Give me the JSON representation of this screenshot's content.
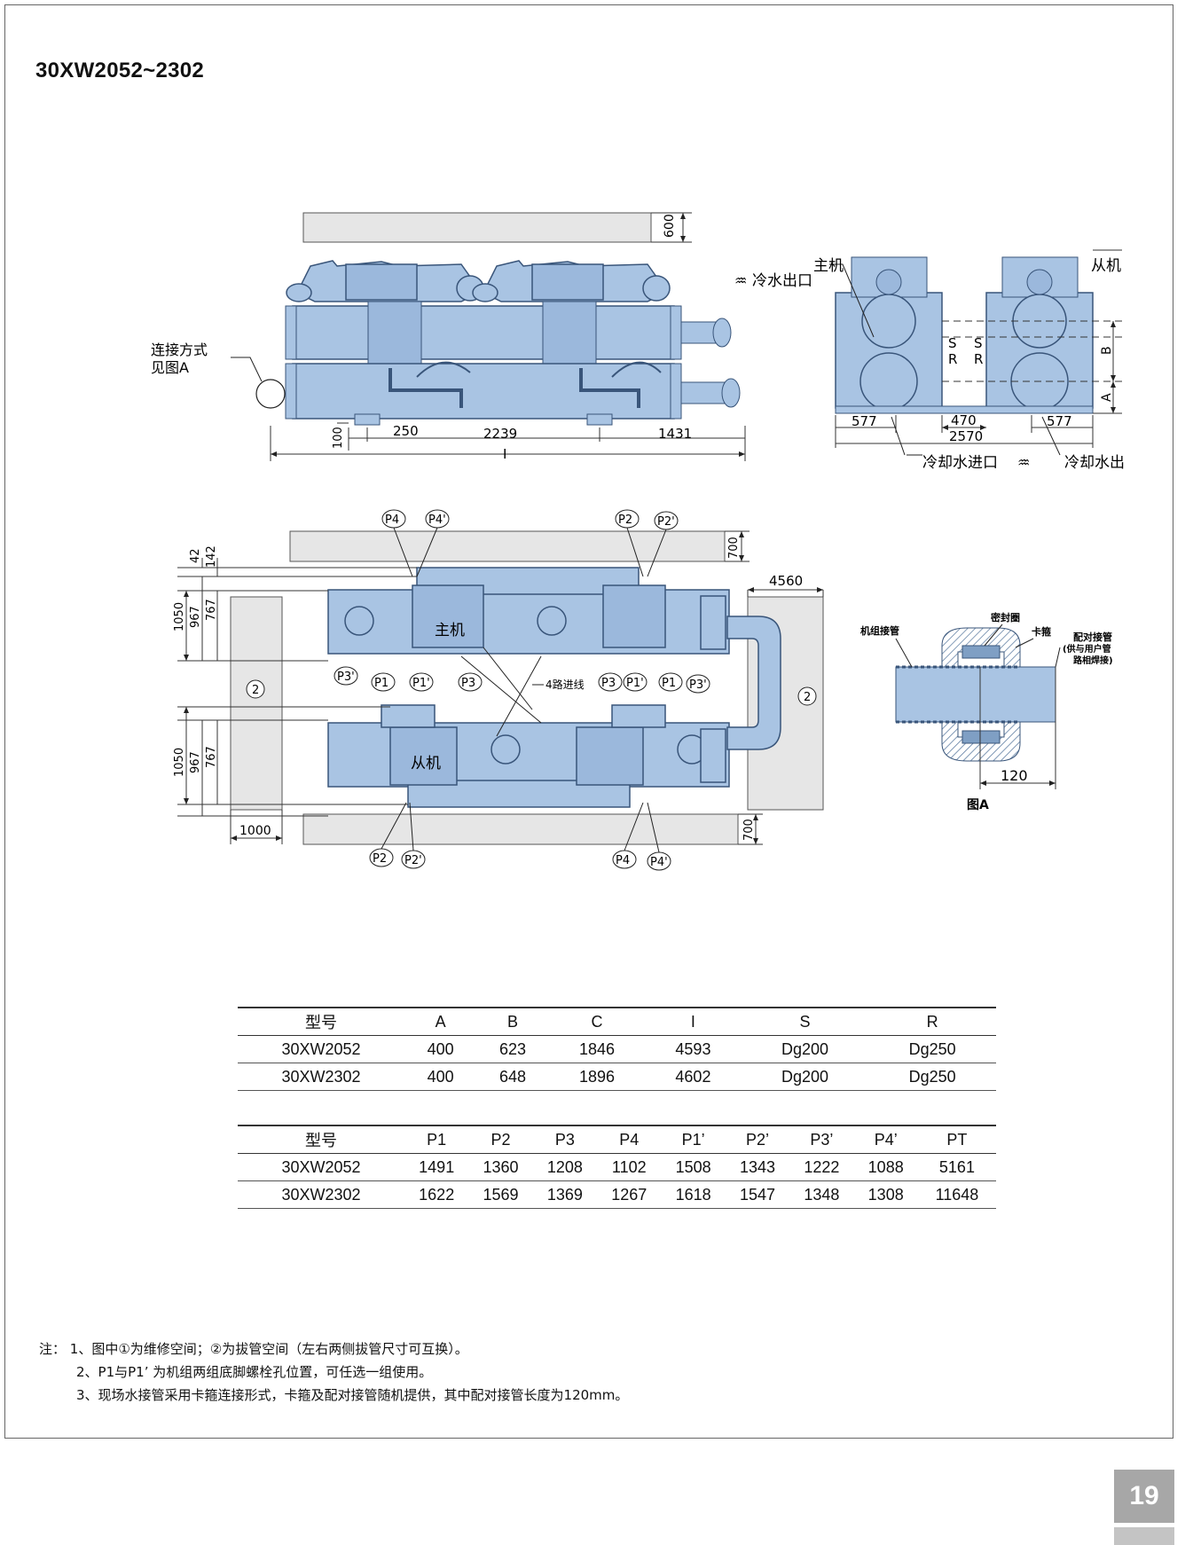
{
  "page_title": "30XW2052~2302",
  "page_number": "19",
  "colors": {
    "unit_fill": "#a9c4e3",
    "unit_stroke": "#39557a",
    "space_fill": "#e6e6e6",
    "pipe_fill": "#a9c4e3"
  },
  "front_view": {
    "conn_label_line1": "连接方式",
    "conn_label_line2": "见图A",
    "dim_top_clearance": "600",
    "dim_100": "100",
    "dim_250": "250",
    "dim_2239": "2239",
    "dim_1431": "1431",
    "dim_total": "I"
  },
  "side_view": {
    "main_label": "主机",
    "slave_label": "从机",
    "chilled_out": "冷水出口",
    "cooling_in": "冷却水进口",
    "cooling_out": "冷却水出",
    "s_left": "S",
    "r_left": "R",
    "s_right": "S",
    "r_right": "R",
    "dim_577_left": "577",
    "dim_470": "470",
    "dim_2570": "2570",
    "dim_577_right": "577",
    "dim_b": "B",
    "dim_a": "A"
  },
  "plan_view": {
    "p4": "P4",
    "p4p": "P4'",
    "p2": "P2",
    "p2p": "P2'",
    "p3": "P3",
    "p3p": "P3'",
    "p1": "P1",
    "p1p": "P1'",
    "dim_700_top": "700",
    "dim_700_bottom": "700",
    "dim_4560": "4560",
    "dim_1000": "1000",
    "dim_42": "42",
    "dim_142": "142",
    "dim_1050_a": "1050",
    "dim_967_a": "967",
    "dim_767_a": "767",
    "dim_1050_b": "1050",
    "dim_967_b": "967",
    "dim_767_b": "767",
    "space_2": "2",
    "main_label": "主机",
    "slave_label": "从机",
    "wiring": "4路进线"
  },
  "detail_a": {
    "unit_pipe": "机组接管",
    "seal_ring": "密封圈",
    "clamp": "卡箍",
    "mating_pipe_1": "配对接管",
    "mating_pipe_2": "(供与用户管",
    "mating_pipe_3": "路相焊接)",
    "dim_120": "120",
    "caption": "图A"
  },
  "table1": {
    "headers": [
      "型号",
      "A",
      "B",
      "C",
      "I",
      "S",
      "R"
    ],
    "rows": [
      [
        "30XW2052",
        "400",
        "623",
        "1846",
        "4593",
        "Dg200",
        "Dg250"
      ],
      [
        "30XW2302",
        "400",
        "648",
        "1896",
        "4602",
        "Dg200",
        "Dg250"
      ]
    ]
  },
  "table2": {
    "headers": [
      "型号",
      "P1",
      "P2",
      "P3",
      "P4",
      "P1’",
      "P2’",
      "P3’",
      "P4’",
      "PT"
    ],
    "rows": [
      [
        "30XW2052",
        "1491",
        "1360",
        "1208",
        "1102",
        "1508",
        "1343",
        "1222",
        "1088",
        "5161"
      ],
      [
        "30XW2302",
        "1622",
        "1569",
        "1369",
        "1267",
        "1618",
        "1547",
        "1348",
        "1308",
        "11648"
      ]
    ]
  },
  "notes": {
    "prefix": "注：",
    "n1": "1、图中①为维修空间；②为拔管空间（左右两侧拔管尺寸可互换）。",
    "n2": "2、P1与P1’ 为机组两组底脚螺栓孔位置，可任选一组使用。",
    "n3": "3、现场水接管采用卡箍连接形式，卡箍及配对接管随机提供，其中配对接管长度为120mm。"
  }
}
